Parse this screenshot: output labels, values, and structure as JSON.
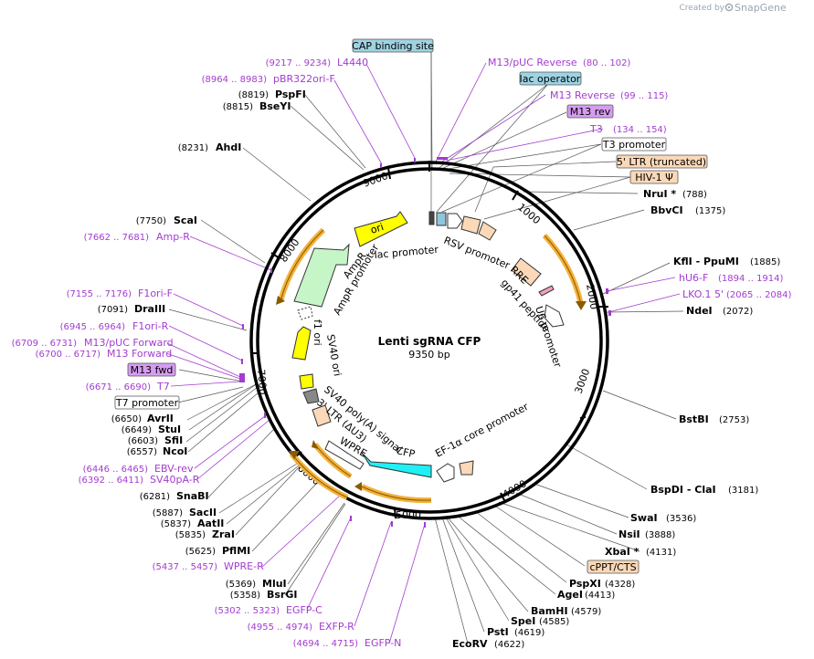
{
  "brand": {
    "prefix": "Created by",
    "name": "SnapGene"
  },
  "plasmid": {
    "name": "Lenti sgRNA CFP",
    "size": "9350 bp"
  },
  "ticks": [
    "1000",
    "2000",
    "3000",
    "4000",
    "5000",
    "6000",
    "7000",
    "9000",
    "8000"
  ],
  "restriction_sites": [
    {
      "name": "PspFI",
      "coord": "(8819)"
    },
    {
      "name": "BseYI",
      "coord": "(8815)"
    },
    {
      "name": "AhdI",
      "coord": "(8231)"
    },
    {
      "name": "ScaI",
      "coord": "(7750)"
    },
    {
      "name": "DraIII",
      "coord": "(7091)"
    },
    {
      "name": "AvrII",
      "coord": "(6650)"
    },
    {
      "name": "StuI",
      "coord": "(6649)"
    },
    {
      "name": "SfiI",
      "coord": "(6603)"
    },
    {
      "name": "NcoI",
      "coord": "(6557)"
    },
    {
      "name": "SnaBI",
      "coord": "(6281)"
    },
    {
      "name": "SacII",
      "coord": "(5887)"
    },
    {
      "name": "AatII",
      "coord": "(5837)"
    },
    {
      "name": "ZraI",
      "coord": "(5835)"
    },
    {
      "name": "PflMI",
      "coord": "(5625)"
    },
    {
      "name": "MluI",
      "coord": "(5369)"
    },
    {
      "name": "BsrGI",
      "coord": "(5358)"
    },
    {
      "name": "EcoRV",
      "coord": "(4622)"
    },
    {
      "name": "PstI",
      "coord": "(4619)"
    },
    {
      "name": "SpeI",
      "coord": "(4585)"
    },
    {
      "name": "BamHI",
      "coord": "(4579)"
    },
    {
      "name": "AgeI",
      "coord": "(4413)"
    },
    {
      "name": "PspXI",
      "coord": "(4328)"
    },
    {
      "name": "XbaI *",
      "coord": "(4131)"
    },
    {
      "name": "NsiI",
      "coord": "(3888)"
    },
    {
      "name": "SwaI",
      "coord": "(3536)"
    },
    {
      "name": "BspDI  -  ClaI",
      "coord": "(3181)"
    },
    {
      "name": "BstBI",
      "coord": "(2753)"
    },
    {
      "name": "NdeI",
      "coord": "(2072)"
    },
    {
      "name": "KflI  -  PpuMI",
      "coord": "(1885)"
    },
    {
      "name": "BbvCI",
      "coord": "(1375)"
    },
    {
      "name": "NruI *",
      "coord": "(788)"
    }
  ],
  "primers": [
    {
      "name": "L4440",
      "coord": "(9217 .. 9234)"
    },
    {
      "name": "pBR322ori-F",
      "coord": "(8964 .. 8983)"
    },
    {
      "name": "Amp-R",
      "coord": "(7662 .. 7681)"
    },
    {
      "name": "F1ori-F",
      "coord": "(7155 .. 7176)"
    },
    {
      "name": "F1ori-R",
      "coord": "(6945 .. 6964)"
    },
    {
      "name": "M13/pUC Forward",
      "coord": "(6709 .. 6731)"
    },
    {
      "name": "M13 Forward",
      "coord": "(6700 .. 6717)"
    },
    {
      "name": "T7",
      "coord": "(6671 .. 6690)"
    },
    {
      "name": "EBV-rev",
      "coord": "(6446 .. 6465)"
    },
    {
      "name": "SV40pA-R",
      "coord": "(6392 .. 6411)"
    },
    {
      "name": "WPRE-R",
      "coord": "(5437 .. 5457)"
    },
    {
      "name": "EGFP-C",
      "coord": "(5302 .. 5323)"
    },
    {
      "name": "EXFP-R",
      "coord": "(4955 .. 4974)"
    },
    {
      "name": "EGFP-N",
      "coord": "(4694 .. 4715)"
    },
    {
      "name": "M13/pUC Reverse",
      "coord": "(80 .. 102)"
    },
    {
      "name": "M13 Reverse",
      "coord": "(99 .. 115)"
    },
    {
      "name": "T3",
      "coord": "(134 .. 154)"
    },
    {
      "name": "hU6-F",
      "coord": "(1894 .. 1914)"
    },
    {
      "name": "LKO.1 5'",
      "coord": "(2065 .. 2084)"
    }
  ],
  "boxed_labels": [
    {
      "name": "CAP binding site"
    },
    {
      "name": "lac operator"
    },
    {
      "name": "M13 rev"
    },
    {
      "name": "T3 promoter"
    },
    {
      "name": "5' LTR (truncated)"
    },
    {
      "name": "HIV-1 Ψ"
    },
    {
      "name": "M13 fwd"
    },
    {
      "name": "T7 promoter"
    },
    {
      "name": "cPPT/CTS"
    }
  ],
  "inner_features": [
    {
      "name": "ori"
    },
    {
      "name": "lac promoter"
    },
    {
      "name": "RSV promoter"
    },
    {
      "name": "AmpR"
    },
    {
      "name": "AmpR promoter"
    },
    {
      "name": "RRE"
    },
    {
      "name": "gp41 peptide"
    },
    {
      "name": "U6 promoter"
    },
    {
      "name": "f1 ori"
    },
    {
      "name": "SV40 ori"
    },
    {
      "name": "SV40 poly(A) signal"
    },
    {
      "name": "3' LTR (ΔU3)"
    },
    {
      "name": "WPRE"
    },
    {
      "name": "CFP"
    },
    {
      "name": "EF-1α core promoter"
    }
  ],
  "colors": {
    "primer": "#a23ccf",
    "ori": "#ffff00",
    "ampr": "#c6f5c8",
    "cfp": "#1ff0f5",
    "ltr": "#fbd8b8",
    "arc": "#f3b13a",
    "box_blue": "#9fd3e3",
    "box_purple": "#d59cf0"
  }
}
